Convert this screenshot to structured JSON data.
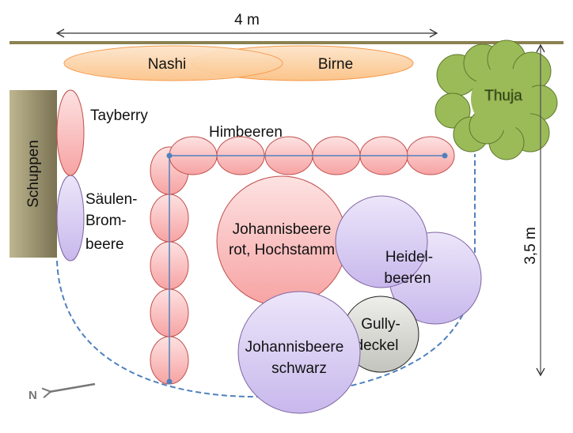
{
  "dimensions": {
    "width_label": "4 m",
    "depth_label": "3,5 m"
  },
  "compass": {
    "label": "N"
  },
  "plants": {
    "nashi": "Nashi",
    "birne": "Birne",
    "thuja": "Thuja",
    "schuppen": "Schuppen",
    "tayberry": "Tayberry",
    "saeulen_brombeere": [
      "Säulen-",
      "Brom-",
      "beere"
    ],
    "himbeeren": "Himbeeren",
    "johannisbeere_rot": [
      "Johannisbeere",
      "rot, Hochstamm"
    ],
    "heidelbeeren": [
      "Heidel-",
      "beeren"
    ],
    "gullydeckel": [
      "Gully-",
      "deckel"
    ],
    "johannisbeere_schwarz": [
      "Johannisbeere",
      "schwarz"
    ]
  },
  "colors": {
    "fence": "#8a8150",
    "pink_fill": "#fbc4c4",
    "pink_stroke": "#c0504d",
    "lavender_fill": "#ddd3f3",
    "lavender_stroke": "#8064a2",
    "orange_fill": "#fcd3a6",
    "orange_stroke": "#f79646",
    "green_fill": "#9bbb59",
    "blue_line": "#4f81bd"
  }
}
